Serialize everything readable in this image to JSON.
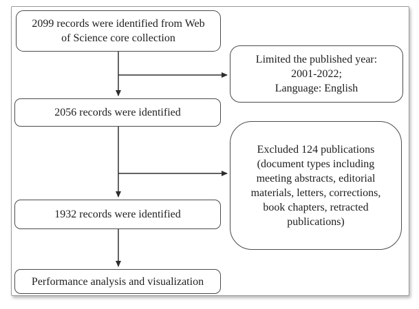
{
  "flowchart": {
    "main_boxes": [
      {
        "lines": [
          "2099 records were identified from Web",
          "of Science core collection"
        ]
      },
      {
        "lines": [
          "2056 records were identified"
        ]
      },
      {
        "lines": [
          "1932 records were identified"
        ]
      },
      {
        "lines": [
          "Performance analysis and visualization"
        ]
      }
    ],
    "side_boxes": [
      {
        "lines": [
          "Limited the published year:",
          "2001-2022;",
          "Language: English"
        ]
      },
      {
        "lines": [
          "Excluded 124 publications",
          "(document types including",
          "meeting abstracts, editorial",
          "materials, letters, corrections,",
          "book chapters, retracted",
          "publications)"
        ]
      }
    ],
    "colors": {
      "background": "#ffffff",
      "box_border": "#4a4a4a",
      "frame_border": "#9a9a9a",
      "arrow": "#2e2e2e",
      "text": "#1d1d1d"
    }
  }
}
